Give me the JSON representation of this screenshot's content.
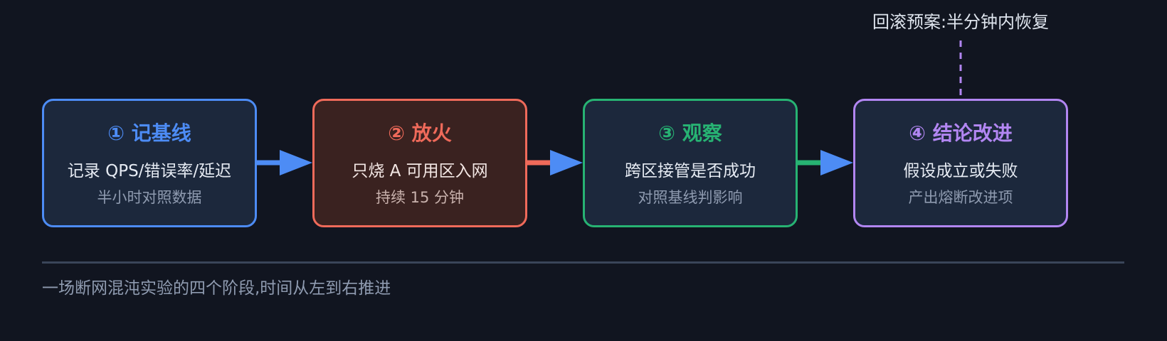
{
  "steps": [
    {
      "title": "① 记基线",
      "line1": "记录 QPS/错误率/延迟",
      "line2": "半小时对照数据",
      "color": "#4d8cf5"
    },
    {
      "title": "② 放火",
      "line1": "只烧 A 可用区入网",
      "line2": "持续 15 分钟",
      "color": "#ef6a5a"
    },
    {
      "title": "③ 观察",
      "line1": "跨区接管是否成功",
      "line2": "对照基线判影响",
      "color": "#27b373"
    },
    {
      "title": "④ 结论改进",
      "line1": "假设成立或失败",
      "line2": "产出熔断改进项",
      "color": "#b286f2"
    }
  ],
  "rollback_note": "回滚预案:半分钟内恢复",
  "caption": "一场断网混沌实验的四个阶段,时间从左到右推进",
  "colors": {
    "background": "#111520",
    "arrowhead": "#4d8cf5",
    "divider": "#3a4559"
  }
}
